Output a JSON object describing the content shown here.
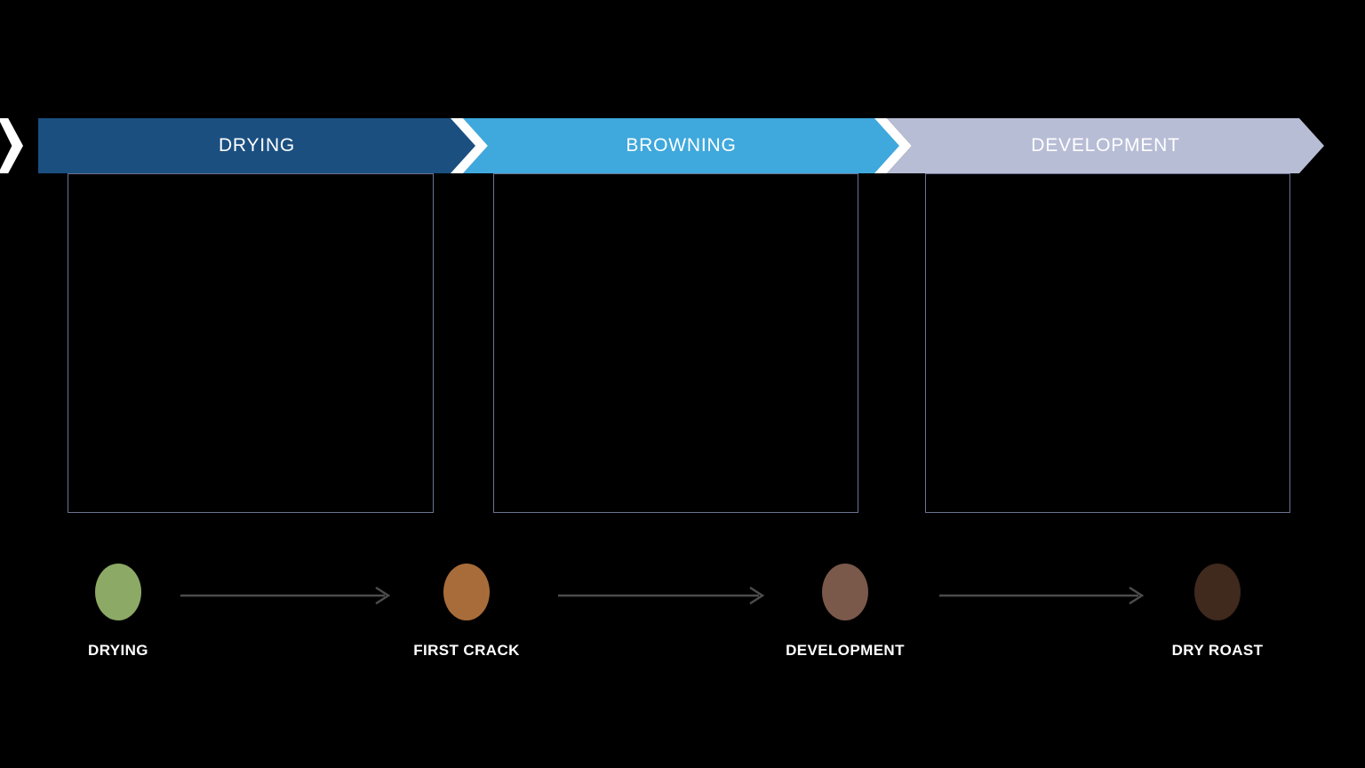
{
  "diagram": {
    "background_color": "#000000",
    "divider_color": "#ffffff",
    "box_border_color": "#6b7490",
    "arrow_color": "#4c4c4c"
  },
  "phase_banners": [
    {
      "label": "DRYING",
      "color": "#1a4f80"
    },
    {
      "label": "BROWNING",
      "color": "#3fa8dc"
    },
    {
      "label": "DEVELOPMENT",
      "color": "#b8bdd6"
    }
  ],
  "stages": [
    {
      "label": "DRYING",
      "bean_color": "#8ca965"
    },
    {
      "label": "FIRST CRACK",
      "bean_color": "#a86c3a"
    },
    {
      "label": "DEVELOPMENT",
      "bean_color": "#7a594a"
    },
    {
      "label": "DRY ROAST",
      "bean_color": "#40291d"
    }
  ]
}
